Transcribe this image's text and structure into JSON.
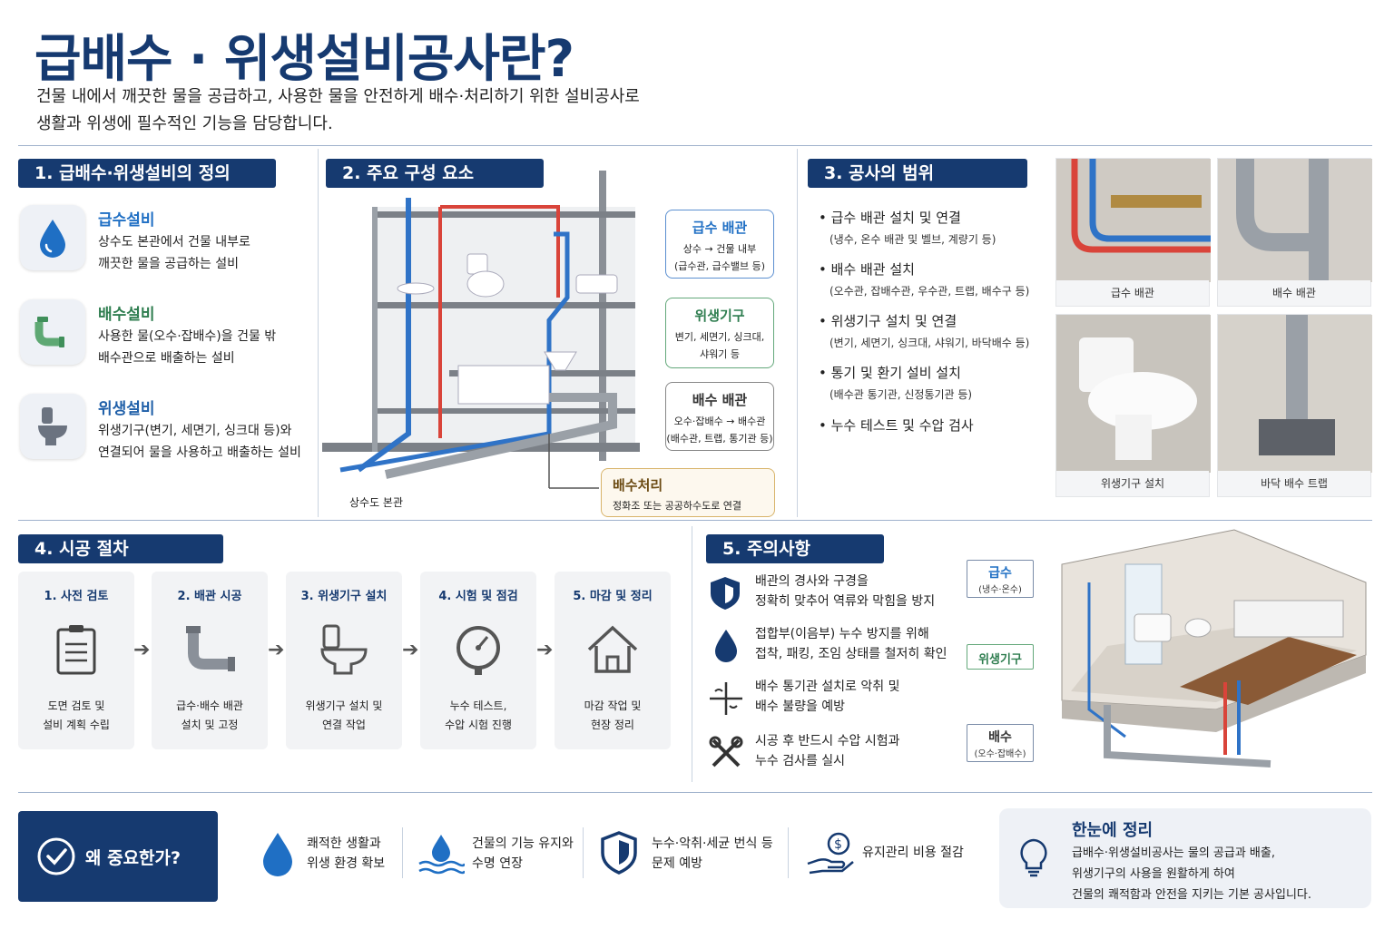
{
  "title": "급배수 · 위생설비공사란?",
  "subtitle": {
    "line1": "건물 내에서 깨끗한 물을 공급하고, 사용한 물을 안전하게 배수·처리하기 위한 설비공사로",
    "line2": "생활과 위생에 필수적인 기능을 담당합니다."
  },
  "colors": {
    "navy": "#163a70",
    "water_blue": "#1f6fc4",
    "drain_green": "#2e7d4f",
    "pipe_red": "#d9443a"
  },
  "section1": {
    "heading": "1. 급배수·위생설비의 정의",
    "items": [
      {
        "icon": "water-drop-icon",
        "title": "급수설비",
        "line1": "상수도 본관에서 건물 내부로",
        "line2": "깨끗한 물을 공급하는 설비"
      },
      {
        "icon": "pipe-elbow-icon",
        "title": "배수설비",
        "line1": "사용한 물(오수·잡배수)을 건물 밖",
        "line2": "배수관으로 배출하는 설비"
      },
      {
        "icon": "toilet-icon",
        "title": "위생설비",
        "line1": "위생기구(변기, 세면기, 싱크대 등)와",
        "line2": "연결되어 물을 사용하고 배출하는 설비"
      }
    ]
  },
  "section2": {
    "heading": "2. 주요 구성 요소",
    "callouts": [
      {
        "title": "급수 배관",
        "line1": "상수 → 건물 내부",
        "line2": "(급수관, 급수밸브 등)"
      },
      {
        "title": "위생기구",
        "line1": "변기, 세면기, 싱크대,",
        "line2": "샤워기 등"
      },
      {
        "title": "배수 배관",
        "line1": "오수·잡배수 → 배수관",
        "line2": "(배수관, 트랩, 통기관 등)"
      },
      {
        "title": "배수처리",
        "line1": "정화조 또는 공공하수도로 연결"
      }
    ],
    "main_label": "상수도 본관"
  },
  "section3": {
    "heading": "3. 공사의 범위",
    "items": [
      {
        "main": "급수 배관 설치 및 연결",
        "sub": "(냉수, 온수 배관 및 벨브, 계량기 등)"
      },
      {
        "main": "배수 배관 설치",
        "sub": "(오수관, 잡배수관, 우수관, 트랩, 배수구 등)"
      },
      {
        "main": "위생기구 설치 및 연결",
        "sub": "(변기, 세면기, 싱크대, 샤워기, 바닥배수 등)"
      },
      {
        "main": "통기 및 환기 설비 설치",
        "sub": "(배수관 통기관, 신정통기관 등)"
      },
      {
        "main": "누수 테스트 및 수압 검사",
        "sub": ""
      }
    ],
    "photos": [
      "급수 배관",
      "배수 배관",
      "위생기구 설치",
      "바닥 배수 트랩"
    ]
  },
  "section4": {
    "heading": "4. 시공 절차",
    "steps": [
      {
        "title": "1. 사전 검토",
        "icon": "clipboard-icon",
        "line1": "도면 검토 및",
        "line2": "설비 계획 수립"
      },
      {
        "title": "2. 배관 시공",
        "icon": "pipe-icon",
        "line1": "급수·배수 배관",
        "line2": "설치 및 고정"
      },
      {
        "title": "3. 위생기구 설치",
        "icon": "toilet-icon",
        "line1": "위생기구 설치 및",
        "line2": "연결 작업"
      },
      {
        "title": "4. 시험 및 점검",
        "icon": "pressure-gauge-icon",
        "line1": "누수 테스트,",
        "line2": "수압 시험 진행"
      },
      {
        "title": "5. 마감 및 정리",
        "icon": "house-icon",
        "line1": "마감 작업 및",
        "line2": "현장 정리"
      }
    ]
  },
  "section5": {
    "heading": "5. 주의사항",
    "items": [
      {
        "icon": "shield-icon",
        "line1": "배관의 경사와 구경을",
        "line2": "정확히 맞추어 역류와 막힘을 방지"
      },
      {
        "icon": "water-drop-icon",
        "line1": "접합부(이음부) 누수 방지를 위해",
        "line2": "접착, 패킹, 조임 상태를 철저히 확인"
      },
      {
        "icon": "vent-icon",
        "line1": "배수 통기관 설치로 악취 및",
        "line2": "배수 불량을 예방"
      },
      {
        "icon": "wrench-icon",
        "line1": "시공 후 반드시 수압 시험과",
        "line2": "누수 검사를 실시"
      }
    ],
    "labels": [
      {
        "title": "급수",
        "sub": "(냉수·온수)"
      },
      {
        "title": "위생기구",
        "sub": ""
      },
      {
        "title": "배수",
        "sub": "(오수·잡배수)"
      }
    ]
  },
  "why": {
    "heading": "왜 중요한가?",
    "items": [
      {
        "icon": "water-drop-icon",
        "line1": "쾌적한 생활과",
        "line2": "위생 환경 확보"
      },
      {
        "icon": "water-wave-icon",
        "line1": "건물의 기능 유지와",
        "line2": "수명 연장"
      },
      {
        "icon": "shield-icon",
        "line1": "누수·악취·세균 번식 등",
        "line2": "문제 예방"
      },
      {
        "icon": "coin-hand-icon",
        "line1": "유지관리 비용 절감",
        "line2": ""
      }
    ]
  },
  "summary": {
    "heading": "한눈에 정리",
    "line1": "급배수·위생설비공사는 물의 공급과 배출,",
    "line2": "위생기구의 사용을 원활하게 하여",
    "line3": "건물의 쾌적함과 안전을 지키는 기본 공사입니다."
  }
}
